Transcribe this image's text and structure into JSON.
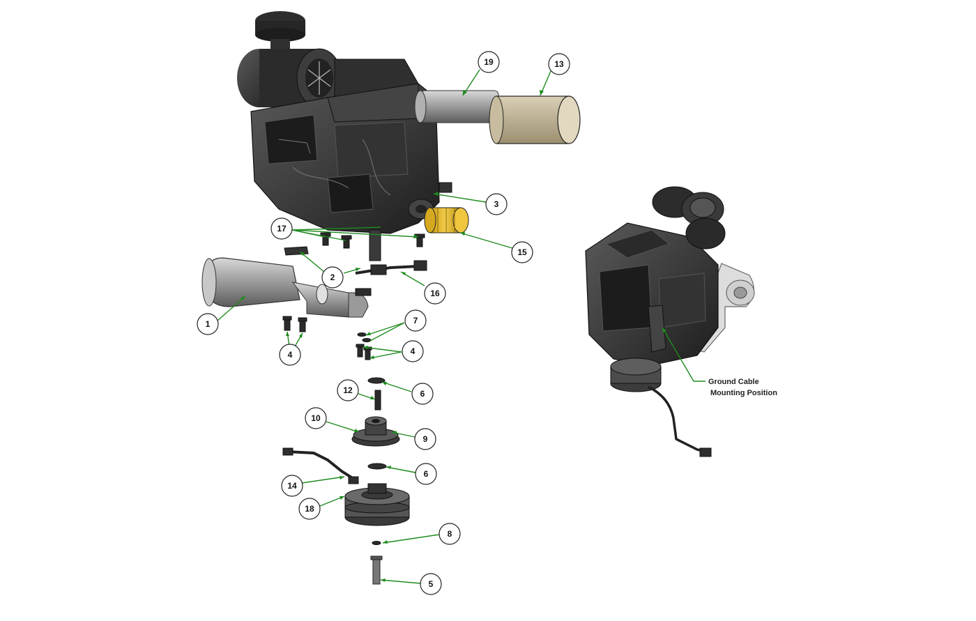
{
  "diagram": {
    "callouts": [
      "19",
      "13",
      "3",
      "17",
      "15",
      "2",
      "16",
      "1",
      "4",
      "7",
      "4",
      "12",
      "6",
      "10",
      "9",
      "6",
      "14",
      "18",
      "8",
      "5"
    ],
    "note": {
      "line1": "Ground Cable",
      "line2": "Mounting Position"
    },
    "colors": {
      "leader": "#1e8a1e",
      "engine_body": "#3a3a3a",
      "oil_filter": "#e2b52a",
      "muffler_heat_shield": "#b6a98c",
      "muffler": "#8c8c8c"
    }
  }
}
